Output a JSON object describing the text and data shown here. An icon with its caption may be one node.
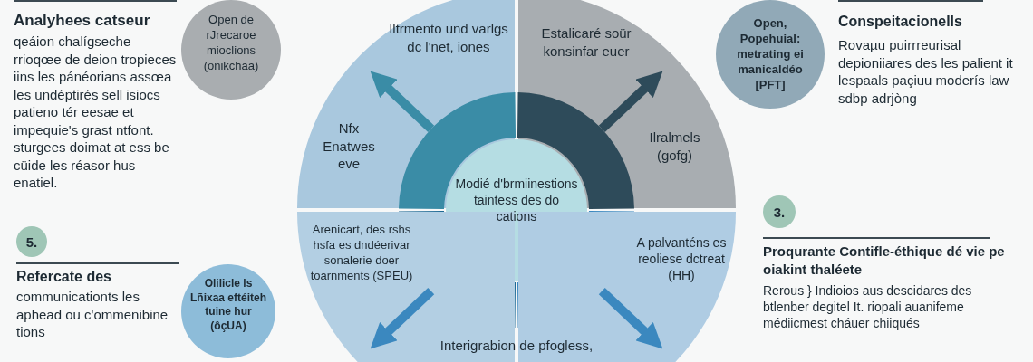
{
  "diagram": {
    "nodes": [
      {
        "text": [
          "Open de rJrecaroe mioclions (onikchaa)"
        ]
      },
      {
        "text": [
          "Iltrmento und varlgs dc l'net, iones",
          "Nfx Enatwes eve"
        ]
      },
      {
        "text": [
          "Estalicaré soür konsinfar euer",
          "Ilralmels (gofg)"
        ]
      },
      {
        "text": [
          "Open, Popehuial: metrating ei manicaldéo [PFT]"
        ]
      },
      {
        "text": [
          "Modié d'brmiinestions taintess des do cations"
        ]
      },
      {
        "text": [
          "Arenicart, des rshs hsfa es dndéerivar sonalerie doer toarnments (SPEU)"
        ]
      },
      {
        "text": [
          "A palvanténs es reoliese dctreat (HH)"
        ]
      },
      {
        "text": [
          "3."
        ]
      },
      {
        "text": [
          "5."
        ]
      },
      {
        "text": [
          "Olilicle ls Lñixaa eftéiteh tuine hur (ôçUA)"
        ]
      }
    ],
    "edges": [
      {
        "from": 4,
        "to": 1,
        "arrow": "to",
        "color": "#3a8ca6"
      },
      {
        "from": 4,
        "to": 2,
        "arrow": "to",
        "color": "#2e4b5a"
      },
      {
        "from": 4,
        "to": 5,
        "arrow": "to",
        "color": "#3b88bf"
      },
      {
        "from": 4,
        "to": 6,
        "arrow": "to",
        "color": "#3b88bf"
      }
    ],
    "labels": [
      "Analyhees catseur",
      "qeáion chalígseche rrioqœe de deion tropieces iins les pánéorians assœa les undéptirés sell isiocs patieno tér eesae et impequie's grast ntfont. sturgees doimat at ess be cüide les réasor hus enatiel.",
      "Conspeitacionells",
      "Rovaµu puirrreurisal depioniiares des les palient it lespaals paçiuu moderís law sdbp adrjòng",
      "Proqurante Contifle-éthique dé vie pe oiakint thaléete",
      "Rerous } Indioios aus descidares des btlenber degitel It. riopali auanifeme médiicmest cháuer chiiqués",
      "Refercate des",
      "communicationts les aphead ou c'ommenibine tions",
      "Interigrabion de pfogless,"
    ]
  }
}
